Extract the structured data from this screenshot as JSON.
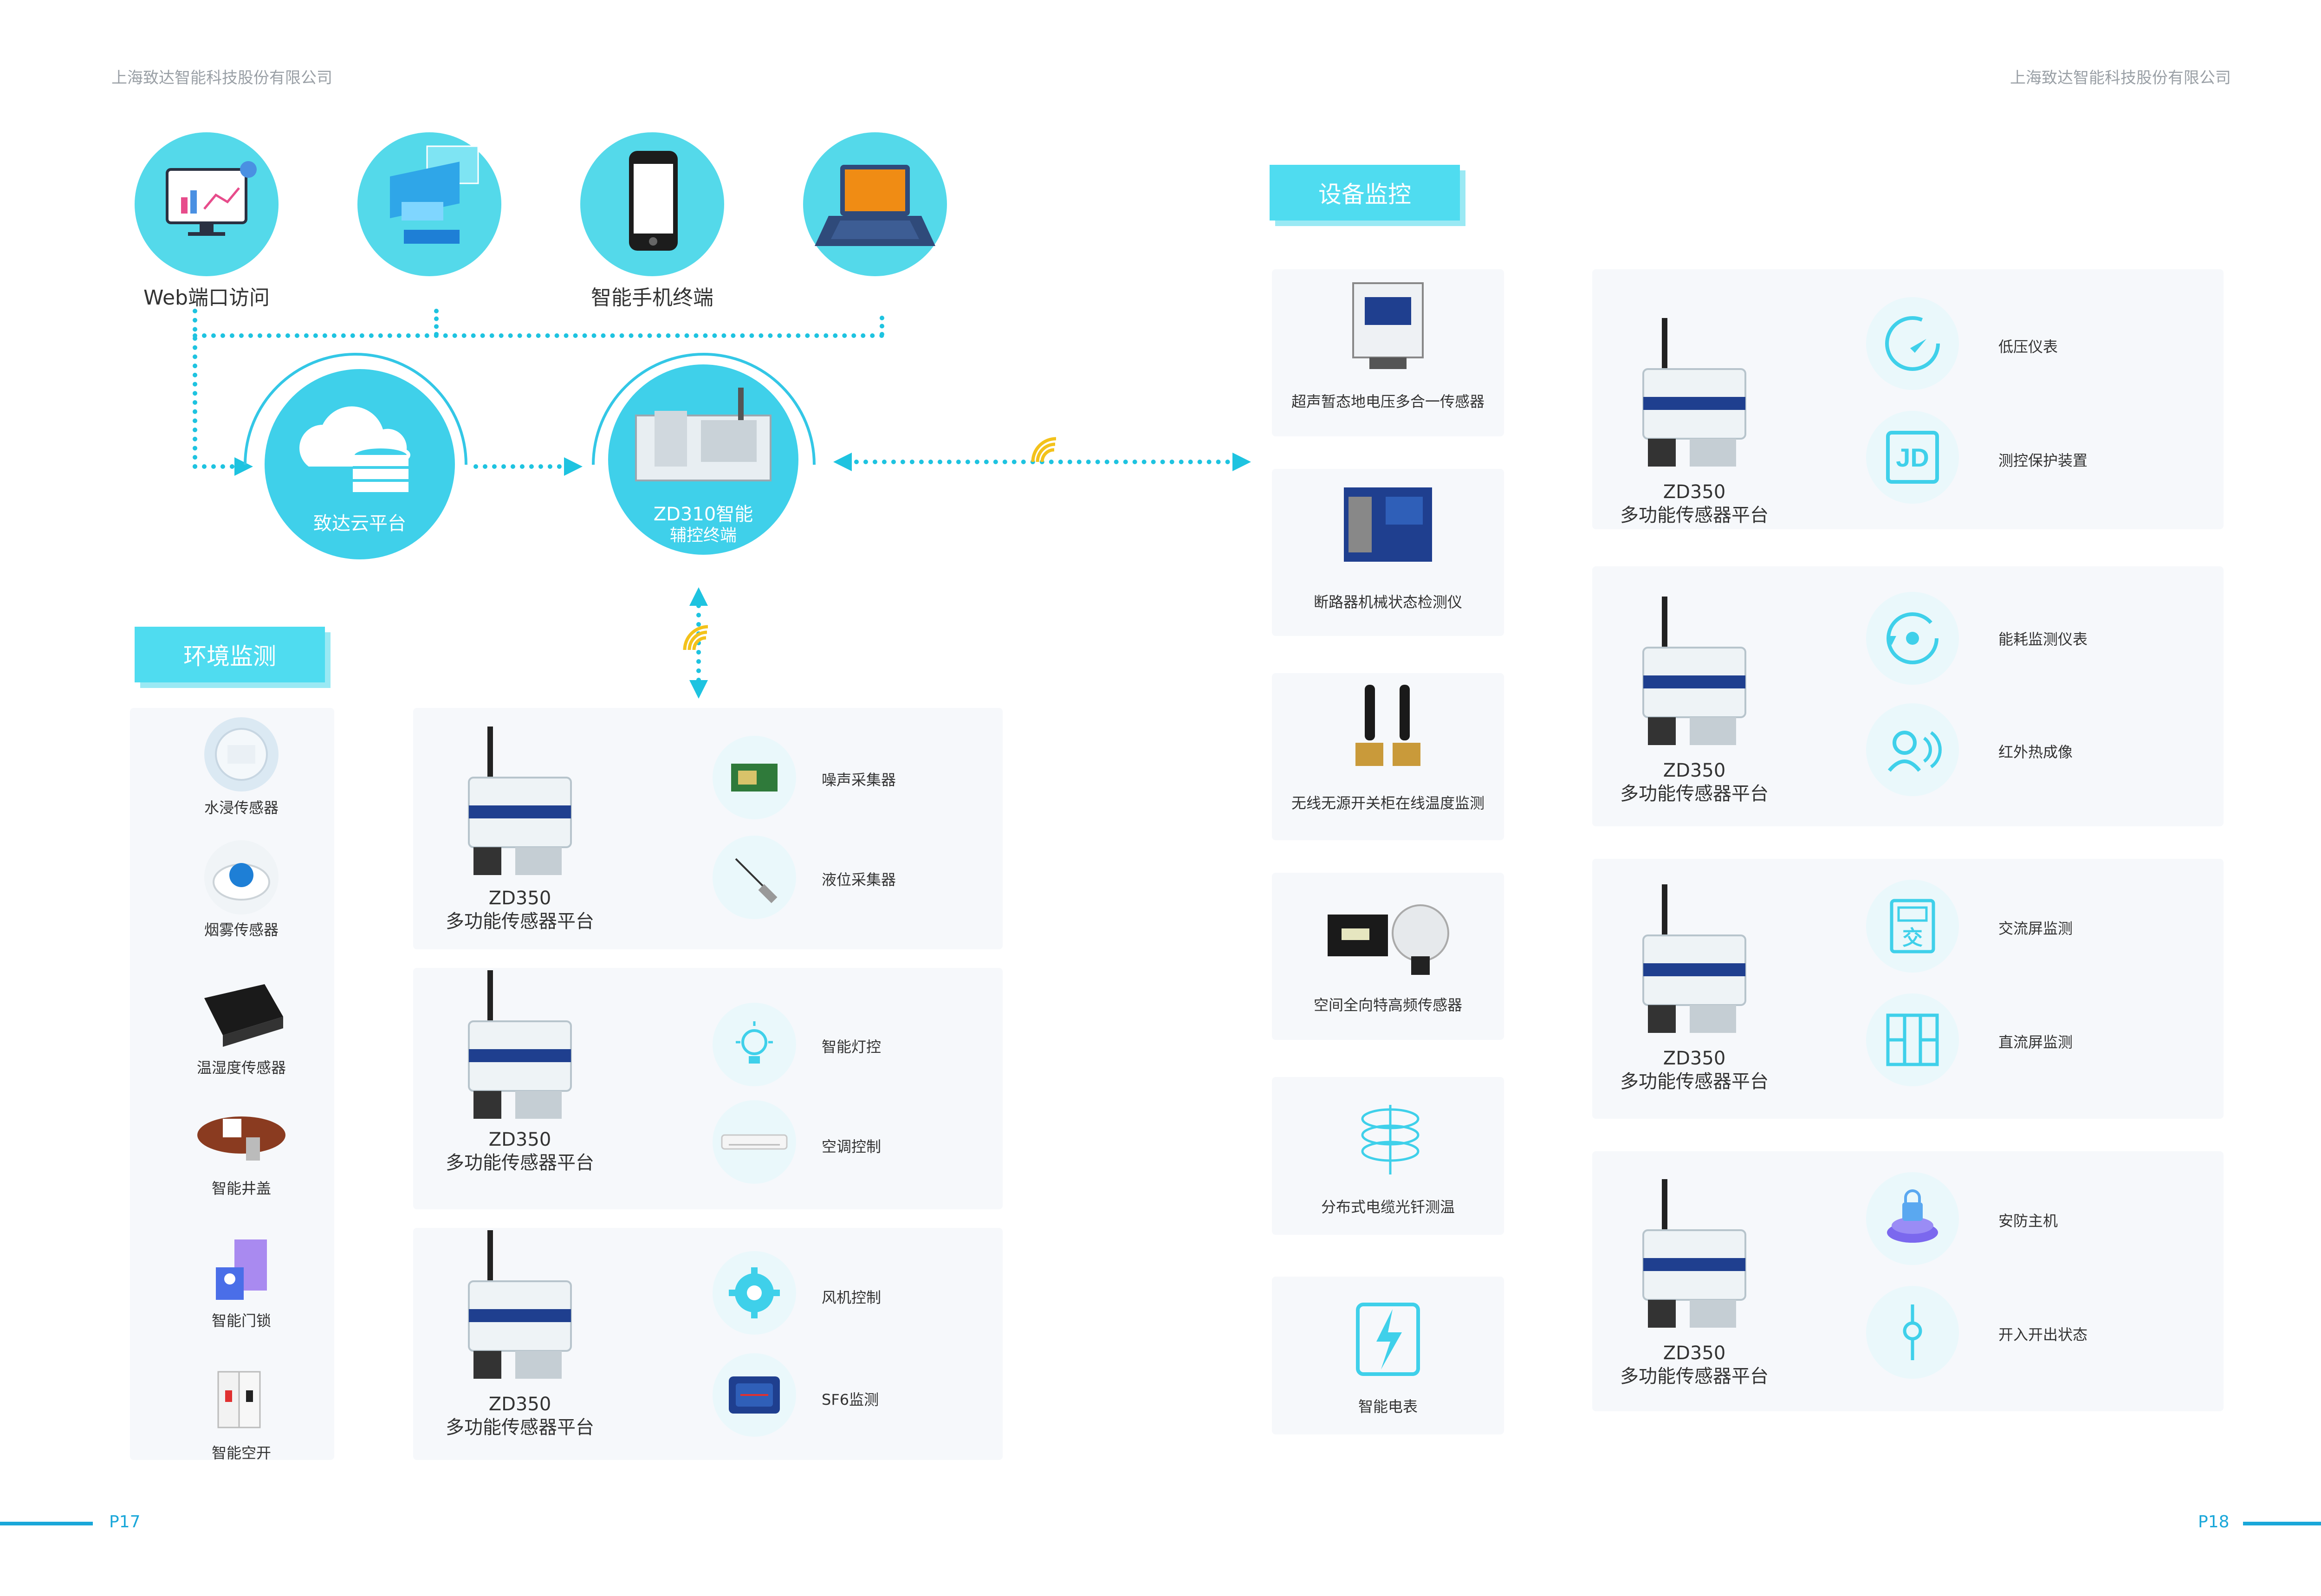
{
  "header": {
    "company_left": "上海致达智能科技股份有限公司",
    "company_right": "上海致达智能科技股份有限公司"
  },
  "footer": {
    "page_left": "P17",
    "page_right": "P18"
  },
  "terminals": {
    "web_label": "Web端口访问",
    "mobile_label": "智能手机终端"
  },
  "hubs": {
    "cloud_label": "致达云平台",
    "terminal_label_line1": "ZD310智能",
    "terminal_label_line2": "辅控终端"
  },
  "sections": {
    "environment": "环境监测",
    "device": "设备监控"
  },
  "platform": {
    "model": "ZD350",
    "name": "多功能传感器平台",
    "device_brand": "ZD-350"
  },
  "environment": {
    "left_items": [
      "水浸传感器",
      "烟雾传感器",
      "温湿度传感器",
      "智能井盖",
      "智能门锁",
      "智能空开"
    ],
    "right_items": [
      "噪声采集器",
      "液位采集器",
      "智能灯控",
      "空调控制",
      "风机控制",
      "SF6监测"
    ]
  },
  "device": {
    "left_items": [
      "超声暂态地电压多合一传感器",
      "断路器机械状态检测仪",
      "无线无源开关柜在线温度监测",
      "空间全向特高频传感器",
      "分布式电缆光钎测温",
      "智能电表"
    ],
    "right_items": [
      "低压仪表",
      "测控保护装置",
      "能耗监测仪表",
      "红外热成像",
      "交流屏监测",
      "直流屏监测",
      "安防主机",
      "开入开出状态"
    ]
  },
  "colors": {
    "accent": "#1ec3e0",
    "circle": "#54d9ea",
    "tag": "#4fdcf0",
    "blue": "#1aa7d9"
  }
}
